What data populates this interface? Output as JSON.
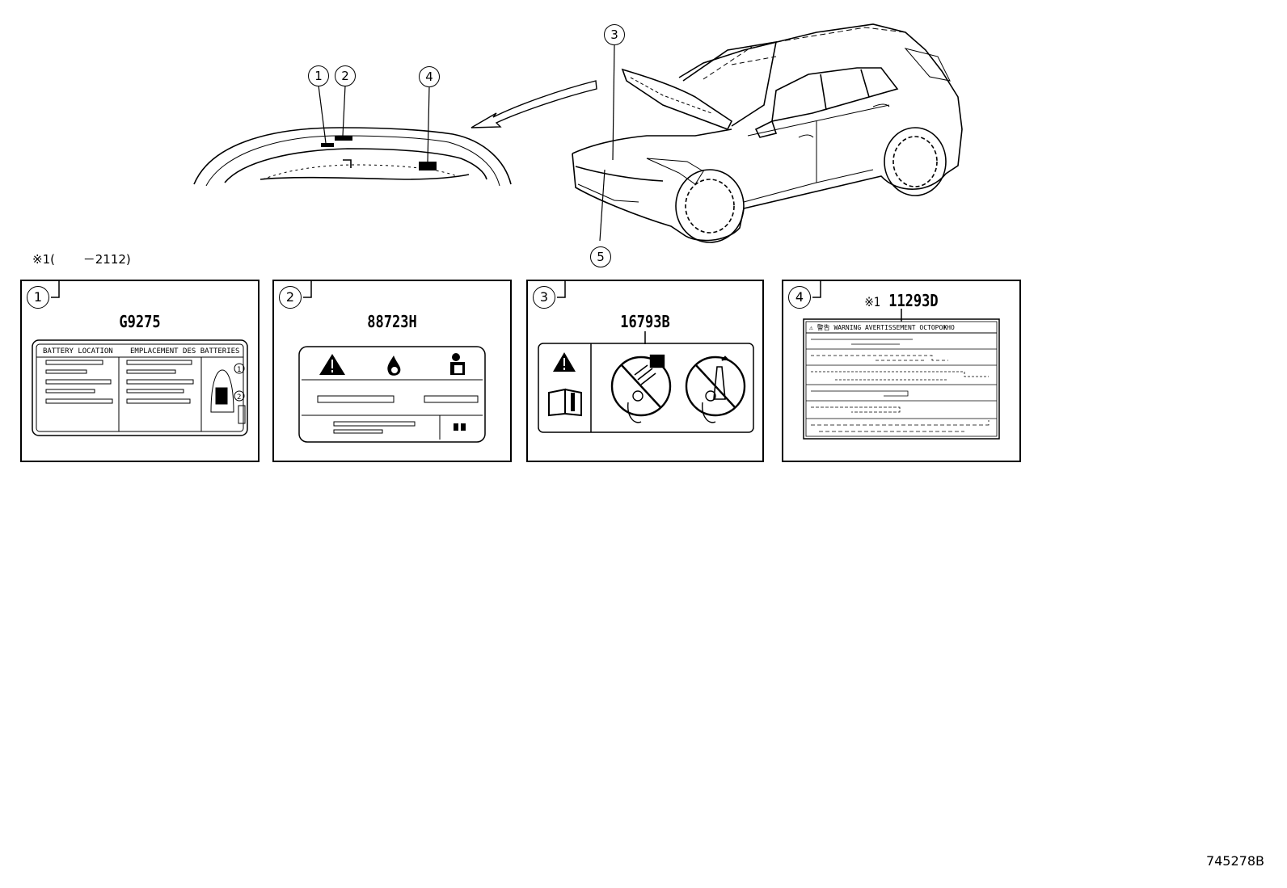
{
  "callouts": {
    "c1": "1",
    "c2": "2",
    "c3": "3",
    "c4": "4",
    "c5": "5"
  },
  "note": "※1(　　 －2112)",
  "panels": [
    {
      "num": "1",
      "part": "G9275"
    },
    {
      "num": "2",
      "part": "88723H"
    },
    {
      "num": "3",
      "part": "16793B"
    },
    {
      "num": "4",
      "part_prefix": "※1",
      "part": "11293D"
    }
  ],
  "label1": {
    "left_head": "BATTERY LOCATION",
    "right_head": "EMPLACEMENT DES BATTERIES",
    "m1": "1",
    "m2": "2"
  },
  "label4": {
    "head": "⚠ 警告  WARNING  AVERTISSEMENT  ОСТОРОЖНО"
  },
  "doc_id": "745278B",
  "icons": [
    "warning-triangle-icon",
    "fire-icon",
    "manual-reader-icon",
    "no-pressure-wash-icon",
    "no-spray-icon",
    "book-info-icon"
  ]
}
